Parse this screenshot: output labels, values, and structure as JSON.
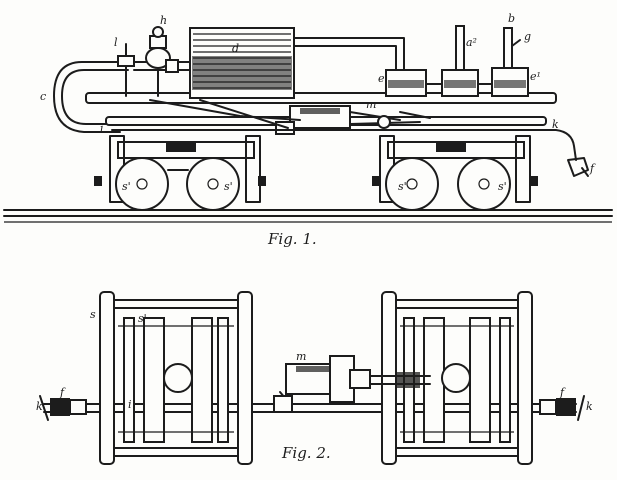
{
  "figures": [
    {
      "caption": "Fig. 1.",
      "labels": [
        {
          "key": "l",
          "text": "l"
        },
        {
          "key": "h",
          "text": "h"
        },
        {
          "key": "d",
          "text": "d"
        },
        {
          "key": "a2",
          "text": "a²"
        },
        {
          "key": "b",
          "text": "b"
        },
        {
          "key": "g",
          "text": "g"
        },
        {
          "key": "c",
          "text": "c"
        },
        {
          "key": "e",
          "text": "e"
        },
        {
          "key": "e1",
          "text": "e¹"
        },
        {
          "key": "m",
          "text": "m"
        },
        {
          "key": "i",
          "text": "i"
        },
        {
          "key": "k",
          "text": "k"
        },
        {
          "key": "f",
          "text": "f"
        },
        {
          "key": "s1",
          "text": "s'"
        },
        {
          "key": "s2",
          "text": "s'"
        },
        {
          "key": "s3",
          "text": "s'"
        },
        {
          "key": "s4",
          "text": "s'"
        }
      ]
    },
    {
      "caption": "Fig. 2.",
      "labels": [
        {
          "key": "s",
          "text": "s"
        },
        {
          "key": "s1",
          "text": "s'"
        },
        {
          "key": "m",
          "text": "m"
        },
        {
          "key": "i",
          "text": "i"
        },
        {
          "key": "k",
          "text": "k"
        },
        {
          "key": "f",
          "text": "f"
        }
      ]
    }
  ]
}
